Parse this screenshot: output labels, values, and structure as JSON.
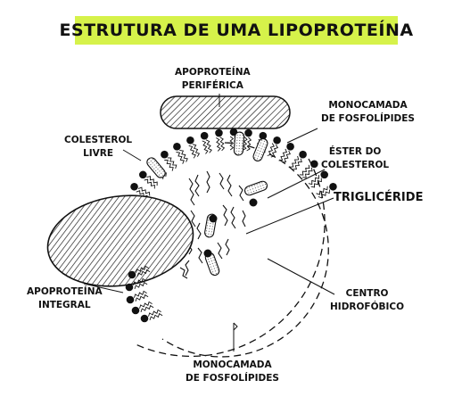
{
  "title": "ESTRUTURA DE UMA LIPOPROTEÍNA",
  "colors": {
    "title_highlight": "#d6f24a",
    "ink": "#111111",
    "background": "#ffffff"
  },
  "labels": {
    "apoproteina_periferica": [
      "APOPROTEÍNA",
      "PERIFÉRICA"
    ],
    "monocamada_top": [
      "MONOCAMADA",
      "DE FOSFOLÍPIDES"
    ],
    "colesterol_livre": [
      "COLESTEROL",
      "LIVRE"
    ],
    "ester_do_colesterol": [
      "ÉSTER DO",
      "COLESTEROL"
    ],
    "triglicerides": "TRIGLICÉRIDE",
    "apoproteina_integral": [
      "APOPROTEÍNA",
      "INTEGRAL"
    ],
    "centro_hidrofobico": [
      "CENTRO",
      "HIDROFÓBICO"
    ],
    "monocamada_bottom": [
      "MONOCAMADA",
      "DE FOSFOLÍPIDES"
    ]
  }
}
